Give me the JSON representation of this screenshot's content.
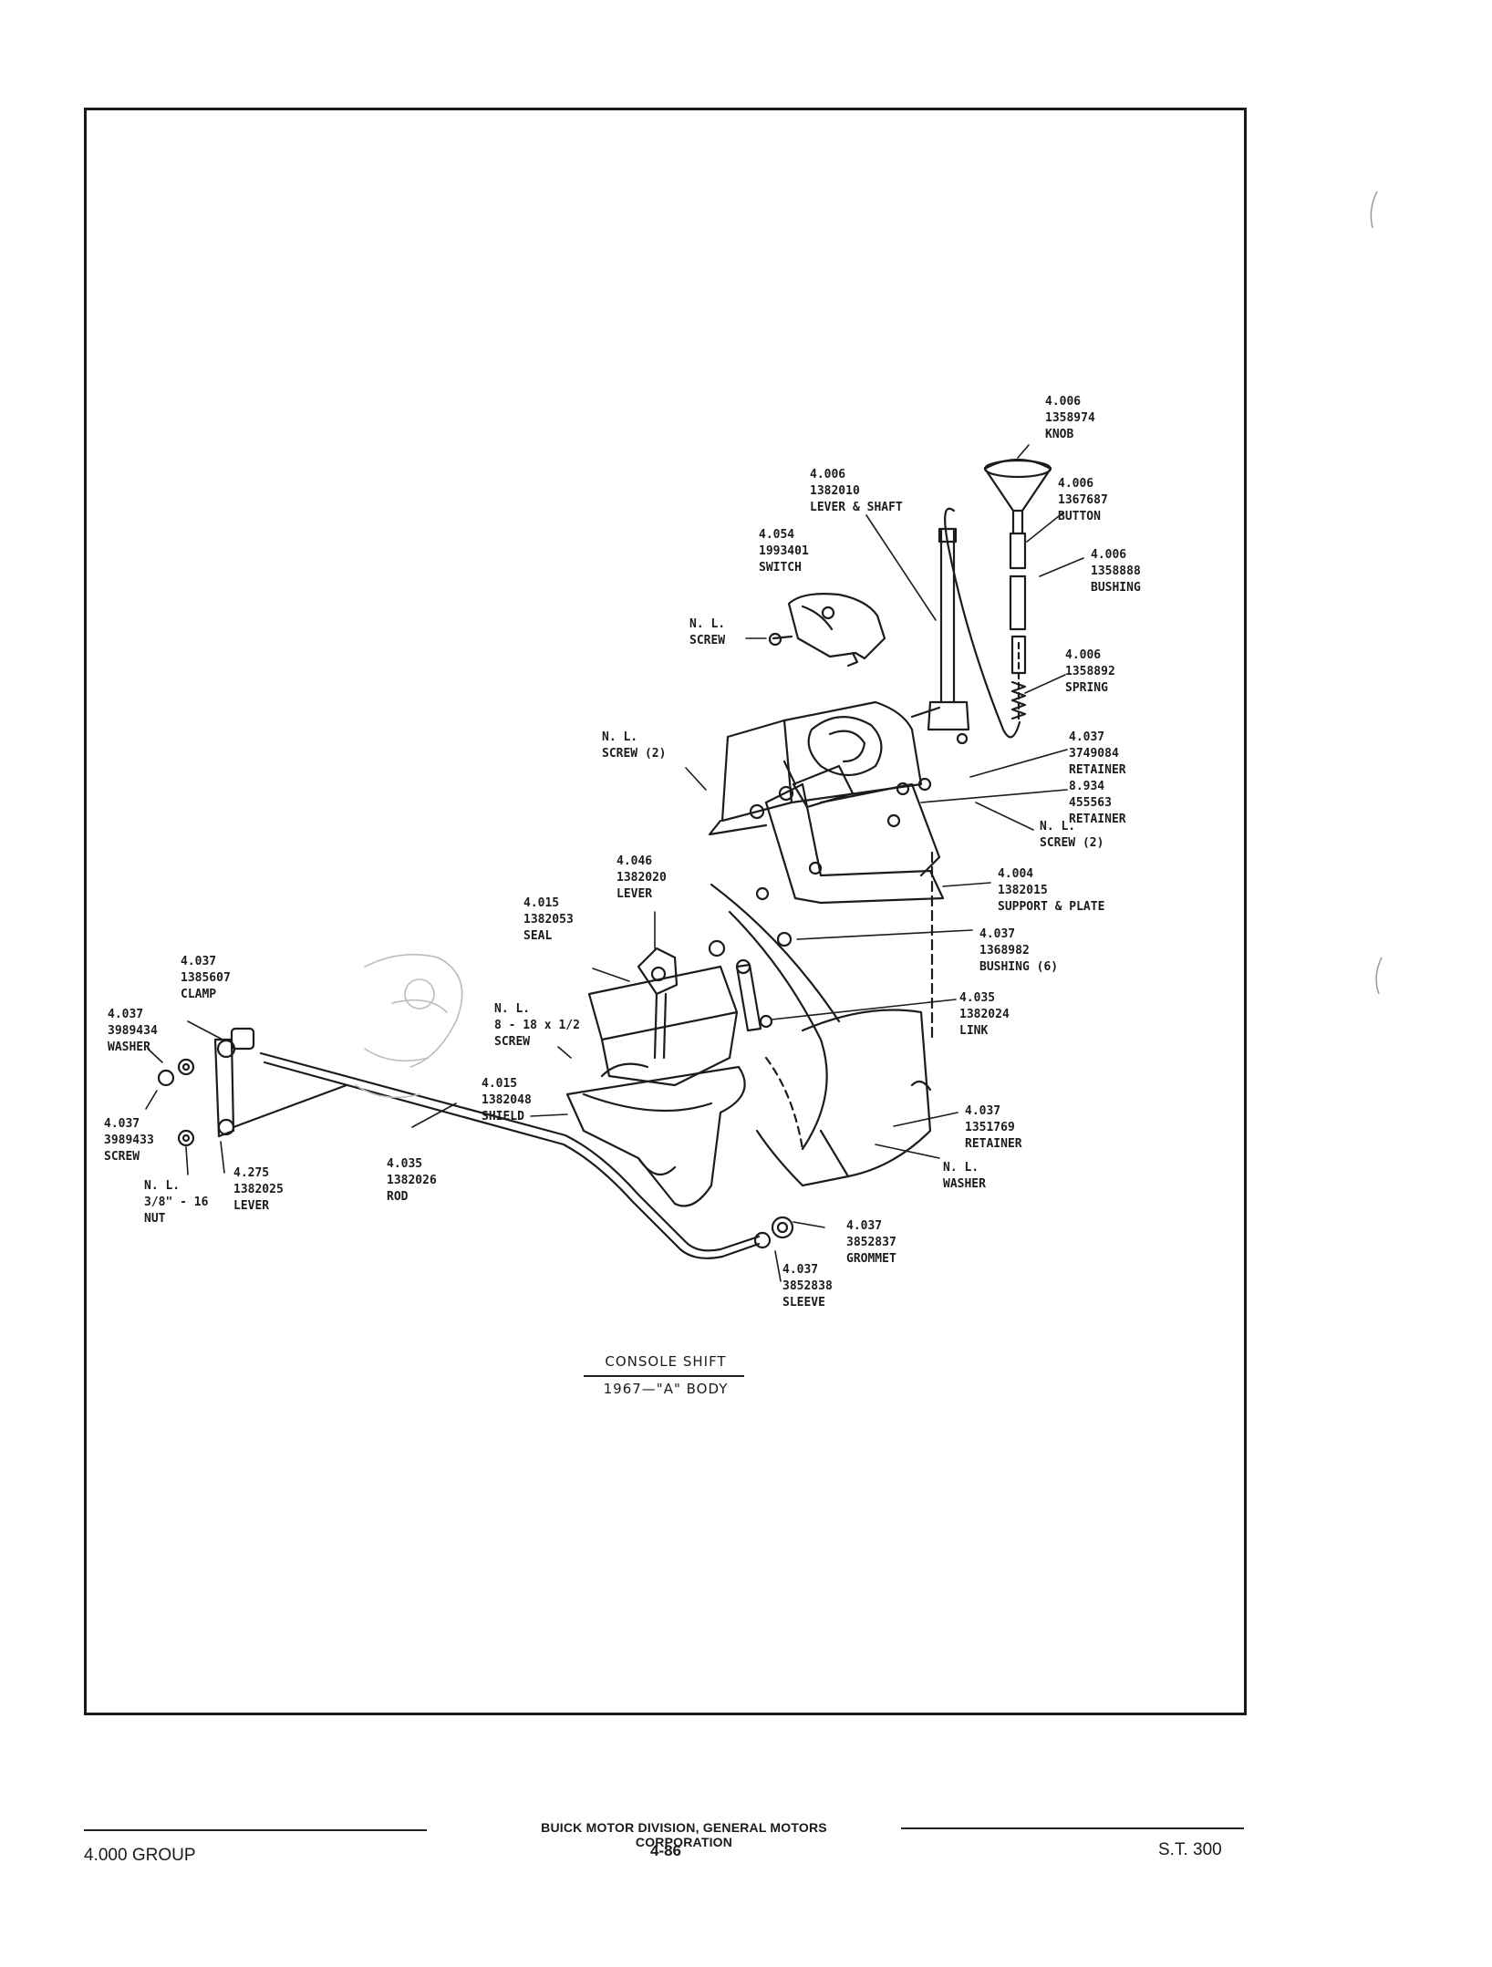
{
  "caption": {
    "title": "CONSOLE SHIFT",
    "subtitle": "1967—\"A\" BODY"
  },
  "footer": {
    "left": "4.000 GROUP",
    "center_top": "BUICK MOTOR DIVISION, GENERAL MOTORS CORPORATION",
    "center_bottom": "4-86",
    "right": "S.T. 300"
  },
  "labels": {
    "knob": {
      "l1": "4.006",
      "l2": "1358974",
      "l3": "KNOB"
    },
    "button": {
      "l1": "4.006",
      "l2": "1367687",
      "l3": "BUTTON"
    },
    "bushing_top": {
      "l1": "4.006",
      "l2": "1358888",
      "l3": "BUSHING"
    },
    "spring": {
      "l1": "4.006",
      "l2": "1358892",
      "l3": "SPRING"
    },
    "lever_shaft": {
      "l1": "4.006",
      "l2": "1382010",
      "l3": "LEVER & SHAFT"
    },
    "switch": {
      "l1": "4.054",
      "l2": "1993401",
      "l3": "SWITCH"
    },
    "nl_screw": {
      "l1": "N. L.",
      "l2": "SCREW"
    },
    "nl_screw2_left": {
      "l1": "N. L.",
      "l2": "SCREW (2)"
    },
    "retainer": {
      "l1": "4.037",
      "l2": "3749084",
      "l3": "RETAINER",
      "l4": "8.934",
      "l5": "455563",
      "l6": "RETAINER"
    },
    "nl_screw2_right": {
      "l1": "N. L.",
      "l2": "SCREW (2)"
    },
    "support_plate": {
      "l1": "4.004",
      "l2": "1382015",
      "l3": "SUPPORT & PLATE"
    },
    "lever_4046": {
      "l1": "4.046",
      "l2": "1382020",
      "l3": "LEVER"
    },
    "seal": {
      "l1": "4.015",
      "l2": "1382053",
      "l3": "SEAL"
    },
    "bushing_6": {
      "l1": "4.037",
      "l2": "1368982",
      "l3": "BUSHING (6)"
    },
    "clamp": {
      "l1": "4.037",
      "l2": "1385607",
      "l3": "CLAMP"
    },
    "washer": {
      "l1": "4.037",
      "l2": "3989434",
      "l3": "WASHER"
    },
    "nl_screw_size": {
      "l1": "N. L.",
      "l2": "8 - 18 x 1/2",
      "l3": "SCREW"
    },
    "link": {
      "l1": "4.035",
      "l2": "1382024",
      "l3": "LINK"
    },
    "shield": {
      "l1": "4.015",
      "l2": "1382048",
      "l3": "SHIELD"
    },
    "screw_3989433": {
      "l1": "4.037",
      "l2": "3989433",
      "l3": "SCREW"
    },
    "lever_4275": {
      "l1": "4.275",
      "l2": "1382025",
      "l3": "LEVER"
    },
    "rod": {
      "l1": "4.035",
      "l2": "1382026",
      "l3": "ROD"
    },
    "retainer_1351769": {
      "l1": "4.037",
      "l2": "1351769",
      "l3": "RETAINER"
    },
    "nl_washer": {
      "l1": "N. L.",
      "l2": "WASHER"
    },
    "nl_nut": {
      "l1": "N. L.",
      "l2": "3/8\" - 16",
      "l3": "NUT"
    },
    "grommet": {
      "l1": "4.037",
      "l2": "3852837",
      "l3": "GROMMET"
    },
    "sleeve": {
      "l1": "4.037",
      "l2": "3852838",
      "l3": "SLEEVE"
    }
  }
}
